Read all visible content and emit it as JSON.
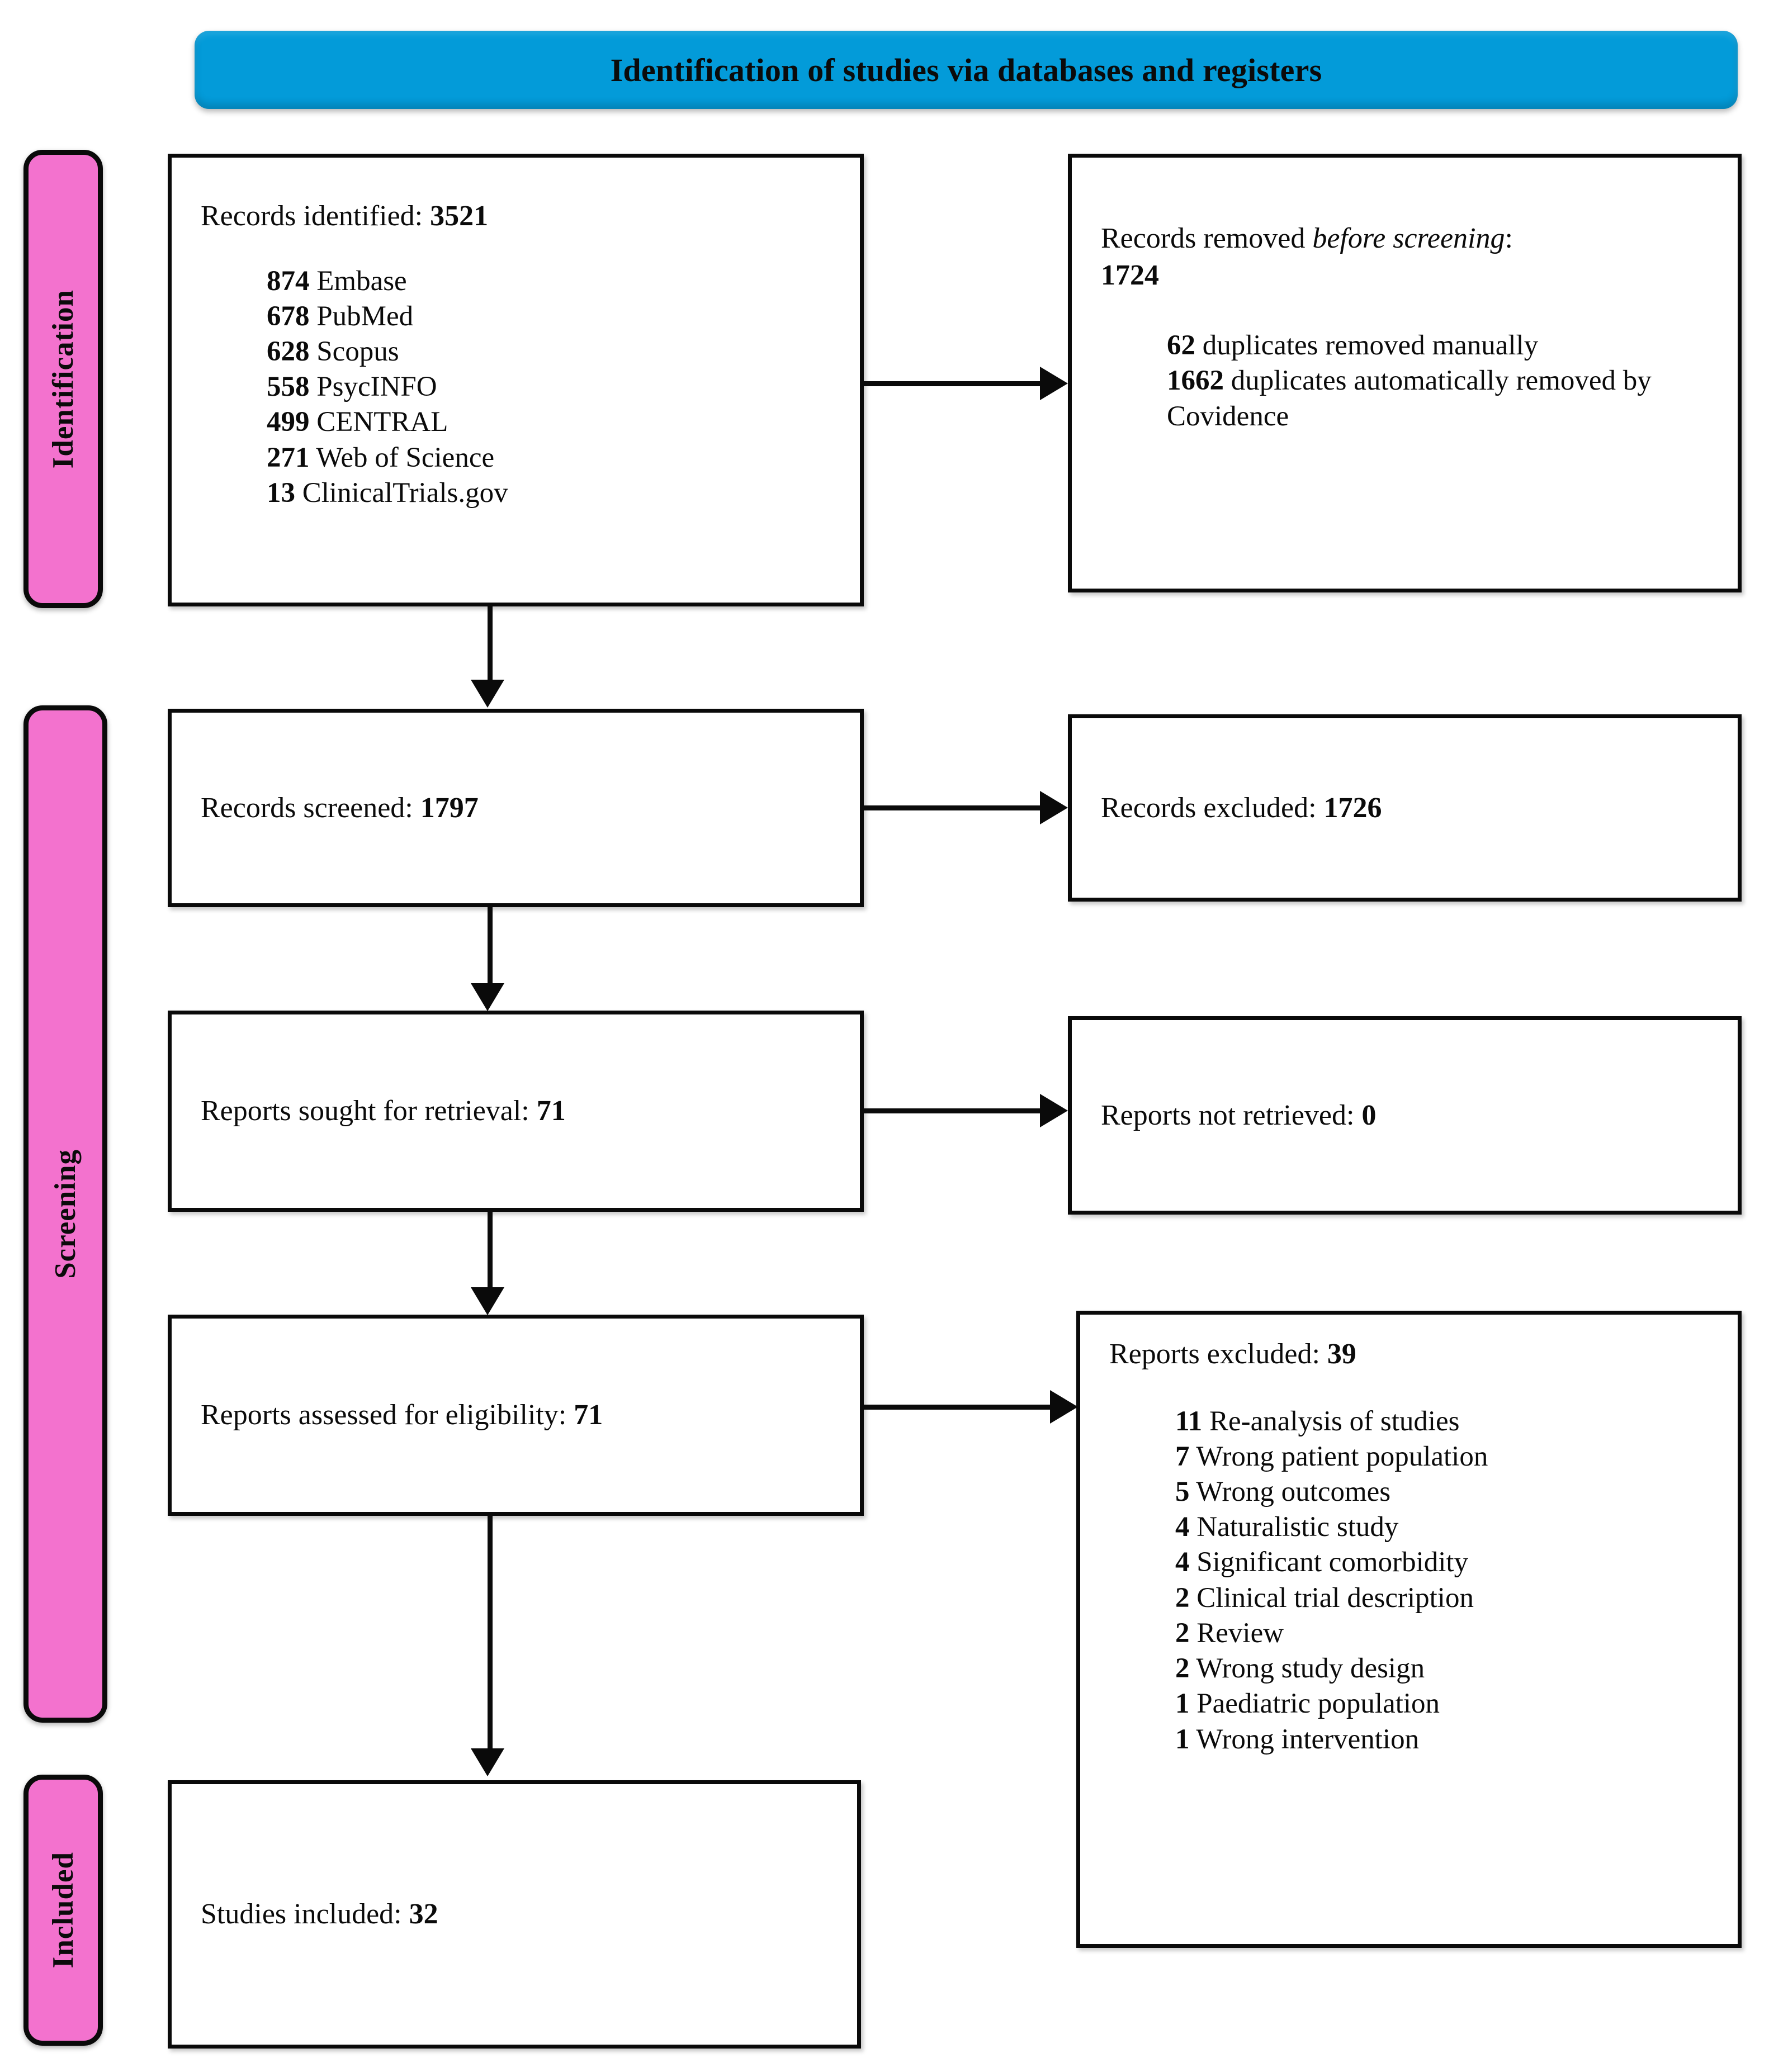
{
  "banner": {
    "title": "Identification of studies via databases and registers"
  },
  "phases": [
    {
      "id": "identification",
      "label": "Identification"
    },
    {
      "id": "screening",
      "label": "Screening"
    },
    {
      "id": "included",
      "label": "Included"
    }
  ],
  "boxes": {
    "identified": {
      "heading_label": "Records identified: ",
      "heading_value": "3521",
      "sources": [
        {
          "count": "874",
          "name": "Embase"
        },
        {
          "count": "678",
          "name": "PubMed"
        },
        {
          "count": "628",
          "name": "Scopus"
        },
        {
          "count": "558",
          "name": "PsycINFO"
        },
        {
          "count": "499",
          "name": "CENTRAL"
        },
        {
          "count": "271",
          "name": "Web of Science"
        },
        {
          "count": "13",
          "name": "ClinicalTrials.gov"
        }
      ]
    },
    "removed": {
      "heading_label": "Records removed ",
      "heading_italic": "before screening",
      "heading_colon": ":",
      "heading_value": "1724",
      "reasons": [
        {
          "count": "62",
          "name": "duplicates removed manually"
        },
        {
          "count": "1662",
          "name": "duplicates automatically removed by Covidence"
        }
      ]
    },
    "screened": {
      "label": "Records screened: ",
      "value": "1797"
    },
    "excluded": {
      "label": "Records excluded: ",
      "value": "1726"
    },
    "sought": {
      "label": "Reports sought for retrieval: ",
      "value": "71"
    },
    "not_retrieved": {
      "label": "Reports not retrieved: ",
      "value": "0"
    },
    "assessed": {
      "label": "Reports assessed for eligibility: ",
      "value": "71"
    },
    "reports_excluded": {
      "heading_label": "Reports excluded: ",
      "heading_value": "39",
      "reasons": [
        {
          "count": "11",
          "name": "Re-analysis of studies"
        },
        {
          "count": "7",
          "name": "Wrong patient population"
        },
        {
          "count": "5",
          "name": "Wrong outcomes"
        },
        {
          "count": "4",
          "name": "Naturalistic study"
        },
        {
          "count": "4",
          "name": "Significant comorbidity"
        },
        {
          "count": "2",
          "name": "Clinical trial description"
        },
        {
          "count": "2",
          "name": "Review"
        },
        {
          "count": "2",
          "name": "Wrong study design"
        },
        {
          "count": "1",
          "name": "Paediatric population"
        },
        {
          "count": "1",
          "name": "Wrong intervention"
        }
      ]
    },
    "included": {
      "label": "Studies included: ",
      "value": "32"
    }
  },
  "colors": {
    "banner_blue": "#039BD9",
    "phase_pink": "#F372CE",
    "line_black": "#0A0A0A",
    "box_white": "#FFFFFF"
  }
}
